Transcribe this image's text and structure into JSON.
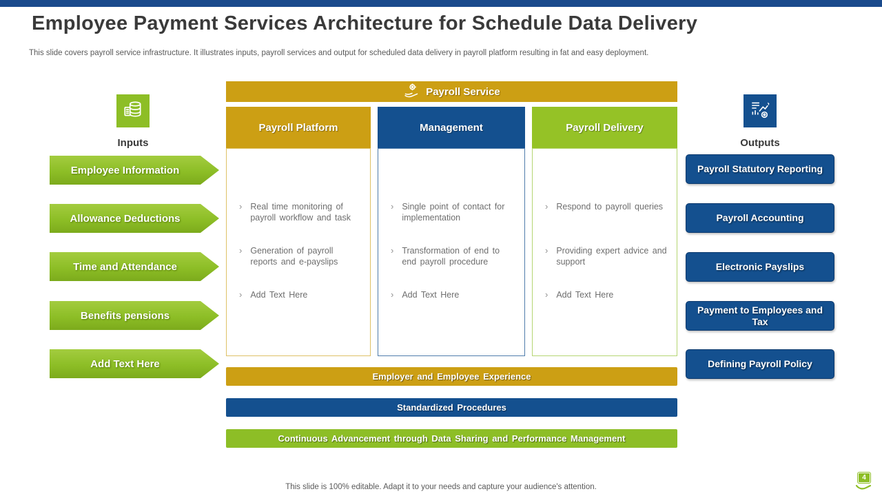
{
  "slide": {
    "title": "Employee Payment Services Architecture for Schedule Data Delivery",
    "subtitle": "This slide covers payroll service infrastructure. It illustrates inputs, payroll services and output for scheduled data delivery in payroll platform resulting in fat and easy deployment.",
    "footer": "This slide is 100% editable. Adapt it to your needs and capture your audience's attention.",
    "page_number": "4"
  },
  "colors": {
    "accent_blue": "#14508f",
    "accent_gold": "#cc9f14",
    "accent_green": "#8dbe26",
    "top_bar": "#1a4a8c",
    "body_text": "#6e6e6e"
  },
  "inputs": {
    "heading": "Inputs",
    "icon": "money-stack-icon",
    "items": [
      "Employee Information",
      "Allowance Deductions",
      "Time and Attendance",
      "Benefits pensions",
      "Add Text Here"
    ]
  },
  "payroll_service": {
    "header": "Payroll Service",
    "header_icon": "gear-hand-icon",
    "columns": [
      {
        "title": "Payroll Platform",
        "bullets": [
          "Real time monitoring of payroll workflow and task",
          "Generation of payroll reports and e-payslips",
          "Add Text Here"
        ]
      },
      {
        "title": "Management",
        "bullets": [
          "Single point of contact for implementation",
          "Transformation of end to end payroll procedure",
          "Add Text Here"
        ]
      },
      {
        "title": "Payroll Delivery",
        "bullets": [
          "Respond to payroll queries",
          "Providing expert advice and support",
          "Add Text Here"
        ]
      }
    ],
    "bottom_bars": [
      "Employer and Employee Experience",
      "Standardized Procedures",
      "Continuous Advancement through Data Sharing and Performance Management"
    ]
  },
  "outputs": {
    "heading": "Outputs",
    "icon": "report-chart-icon",
    "items": [
      "Payroll Statutory Reporting",
      "Payroll Accounting",
      "Electronic Payslips",
      "Payment to Employees and Tax",
      "Defining Payroll Policy"
    ]
  }
}
